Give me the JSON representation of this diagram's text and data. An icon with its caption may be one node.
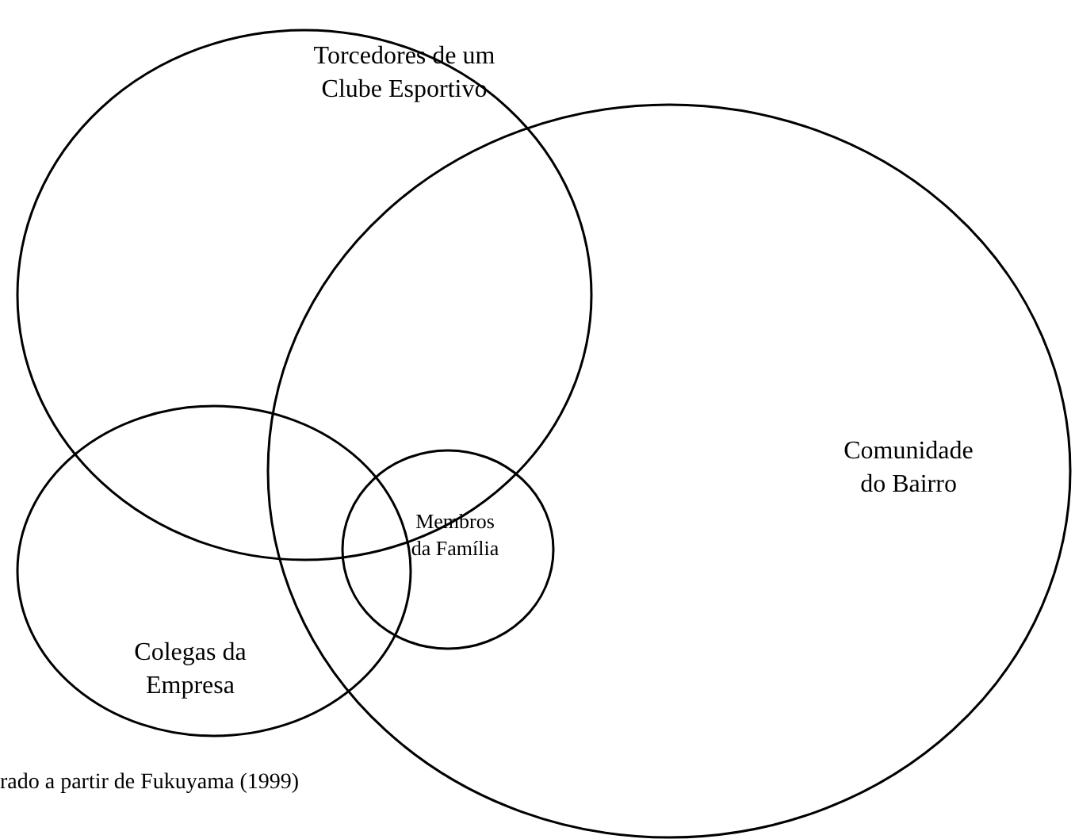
{
  "diagram": {
    "nodes": [
      {
        "text": [
          "Torcedores de um Clube Esportivo"
        ]
      },
      {
        "text": [
          "Comunidade do Bairro"
        ]
      },
      {
        "text": [
          "Colegas da Empresa"
        ]
      },
      {
        "text": [
          "Membros da Família"
        ],
        "in": 1
      }
    ],
    "edges": [],
    "caption": "rado a partir de Fukuyama (1999)"
  }
}
